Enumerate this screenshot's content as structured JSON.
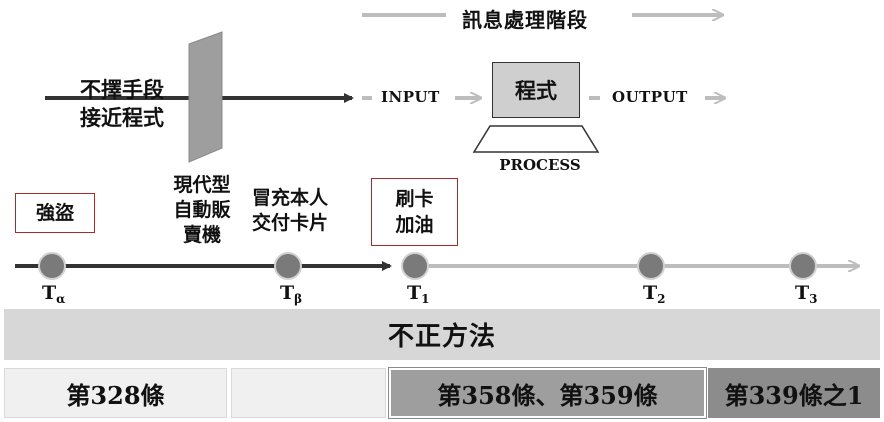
{
  "stage": {
    "title": "訊息處理階段"
  },
  "left_description": {
    "line1": "不擇手段",
    "line2": "接近程式"
  },
  "flow": {
    "input_label": "INPUT",
    "program_label": "程式",
    "output_label": "OUTPUT",
    "process_label": "PROCESS"
  },
  "events": {
    "robbery": "強盜",
    "vending": {
      "line1": "現代型",
      "line2": "自動販",
      "line3": "賣機"
    },
    "impersonation": {
      "line1": "冒充本人",
      "line2": "交付卡片"
    },
    "card_fuel": {
      "line1": "刷卡",
      "line2": "加油"
    }
  },
  "timeline": [
    {
      "base": "T",
      "sub": "α"
    },
    {
      "base": "T",
      "sub": "β"
    },
    {
      "base": "T",
      "sub": "1"
    },
    {
      "base": "T",
      "sub": "2"
    },
    {
      "base": "T",
      "sub": "3"
    }
  ],
  "band": {
    "label": "不正方法"
  },
  "articles": {
    "a328": "第328條",
    "a358_359": "第358條、第359條",
    "a339_1": "第339條之1"
  },
  "colors": {
    "dark_line": "#333333",
    "light_line": "#bdbdbd",
    "node_fill": "#7a7a7a",
    "band_fill": "#d7d7d7",
    "red_border": "#a52a2a"
  }
}
